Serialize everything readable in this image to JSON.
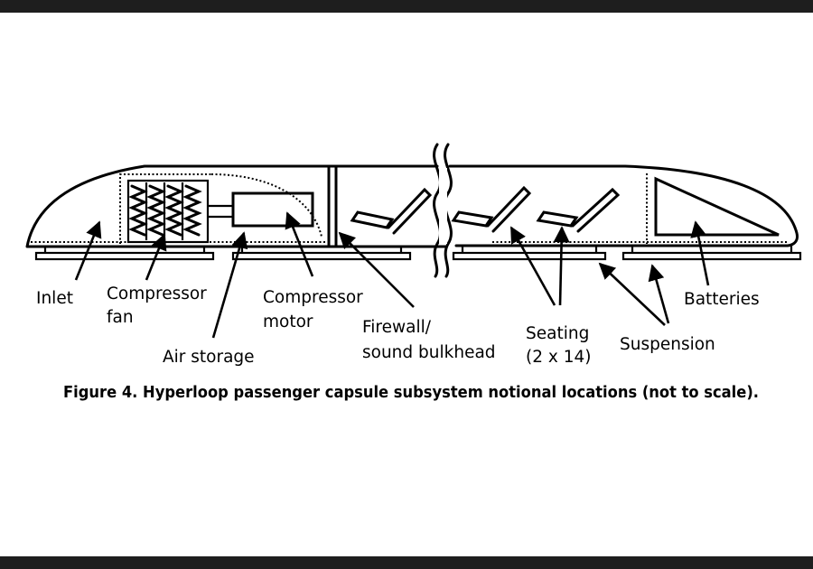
{
  "labels": {
    "inlet": "Inlet",
    "compressor_fan_1": "Compressor",
    "compressor_fan_2": "fan",
    "compressor_motor_1": "Compressor",
    "compressor_motor_2": "motor",
    "air_storage": "Air storage",
    "firewall_1": "Firewall/",
    "firewall_2": "sound bulkhead",
    "seating_1": "Seating",
    "seating_2": "(2 x 14)",
    "suspension": "Suspension",
    "batteries": "Batteries"
  },
  "caption": "Figure 4. Hyperloop passenger capsule subsystem notional locations (not to scale).",
  "colors": {
    "frame_bar": "#1e1e1e",
    "ink": "#000000",
    "background": "#ffffff"
  }
}
